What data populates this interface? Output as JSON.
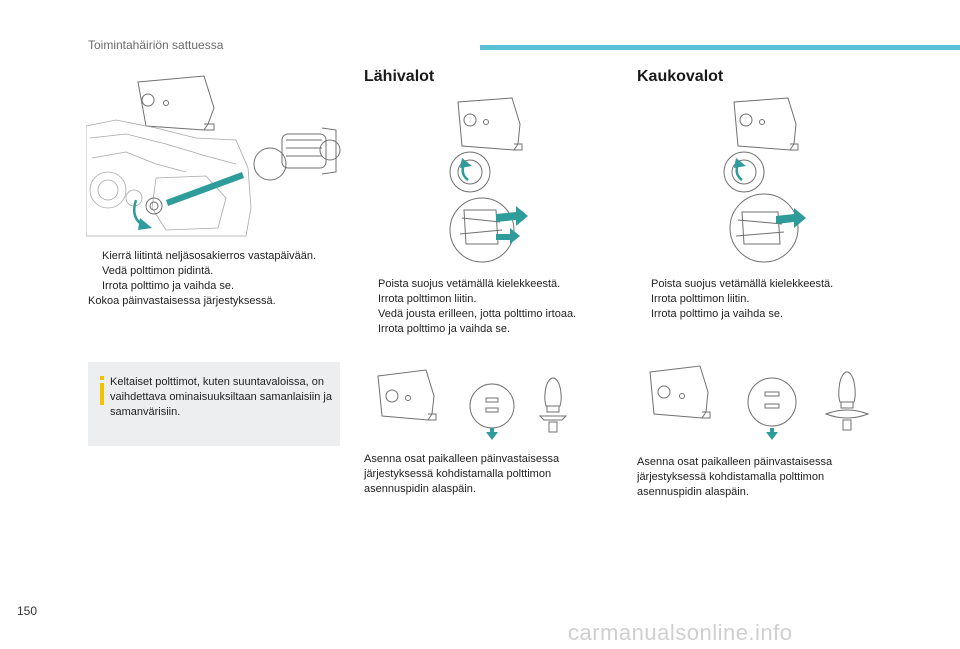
{
  "header": {
    "title": "Toimintahäiriön sattuessa"
  },
  "colors": {
    "accent": "#5bc1d6",
    "arrow_teal": "#2d9c9a",
    "info_icon": "#f2c200"
  },
  "left": {
    "steps": [
      "Kierrä liitintä neljäsosakierros vastapäivään.",
      "Vedä polttimon pidintä.",
      "Irrota polttimo ja vaihda se."
    ],
    "note": "Kokoa päinvastaisessa järjestyksessä.",
    "info_text": "Keltaiset polttimot, kuten suuntavaloissa, on vaihdettava ominaisuuksiltaan samanlaisiin ja samanvärisiin."
  },
  "middle": {
    "heading": "Lähivalot",
    "steps": [
      "Poista suojus vetämällä kielekkeestä.",
      "Irrota polttimon liitin.",
      "Vedä jousta erilleen, jotta polttimo irtoaa.",
      "Irrota polttimo ja vaihda se."
    ],
    "note": "Asenna osat paikalleen päinvastaisessa järjestyksessä kohdistamalla polttimon asennuspidin alaspäin."
  },
  "right": {
    "heading": "Kaukovalot",
    "steps": [
      "Poista suojus vetämällä kielekkeestä.",
      "Irrota polttimon liitin.",
      "Irrota polttimo ja vaihda se."
    ],
    "note": "Asenna osat paikalleen päinvastaisessa järjestyksessä kohdistamalla polttimon asennuspidin alaspäin."
  },
  "footer": {
    "page_number": "150",
    "watermark": "carmanualsonline.info"
  },
  "bullet_glyph": "",
  "icons": [
    "headlamp-assembly-illustration",
    "bulb-holder-illustration",
    "info-icon"
  ]
}
